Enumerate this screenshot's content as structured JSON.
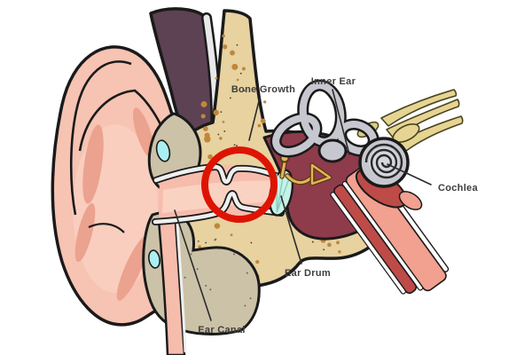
{
  "diagram": {
    "labels": {
      "bone_growth": "Bone Growth",
      "inner_ear": "Inner Ear",
      "cochlea": "Cochlea",
      "ear_drum": "Ear Drum",
      "ear_canal": "Ear Canal"
    },
    "colors": {
      "highlight_circle": "#DE1403",
      "outer_ear_skin": "#F7C3B2",
      "skin_shadow": "#EBA28F",
      "bone": "#E7D2A0",
      "bone_speckle": "#BF873D",
      "cartilage": "#CBC2A8",
      "fluid_cyan": "#ABEFF2",
      "muscle_plum": "#5C4253",
      "middle_ear_cavity": "#8E3B4B",
      "ear_drum_teal": "#C7F1E7",
      "ossicles_gold": "#E3B55C",
      "inner_ear_gray": "#C7C7CF",
      "nerve_yellow": "#E6D492",
      "eustachian_salmon": "#F2A08F",
      "eustachian_red": "#BE4B47",
      "label_text": "#3E3E3E"
    }
  }
}
